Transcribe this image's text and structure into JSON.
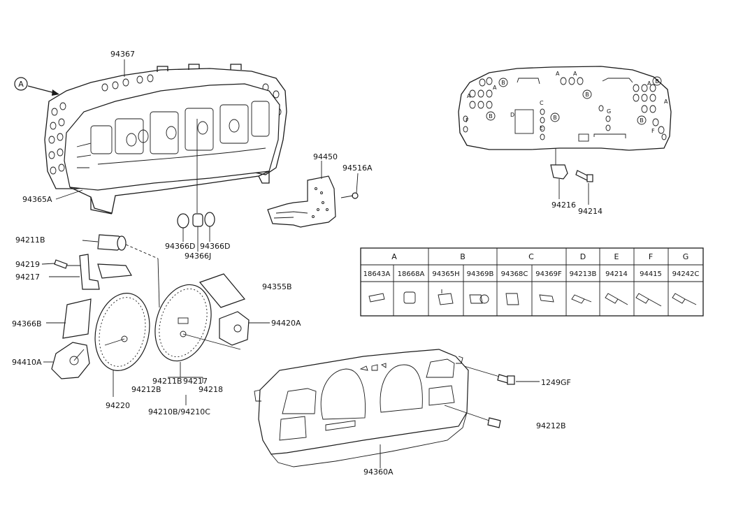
{
  "callout": {
    "ref": "A"
  },
  "labels": {
    "p94367": "94367",
    "p94365A": "94365A",
    "p94366D_a": "94366D",
    "p94366D_b": "94366D",
    "p94366J": "94366J",
    "p94450": "94450",
    "p94516A": "94516A",
    "p94216": "94216",
    "p94214": "94214",
    "p94211B": "94211B",
    "p94219": "94219",
    "p94217": "94217",
    "p94355B": "94355B",
    "p94366B": "94366B",
    "p94420A": "94420A",
    "p94410A": "94410A",
    "p94220": "94220",
    "grp_94211B": "94211B",
    "grp_94212B": "94212B",
    "grp_94217": "94217",
    "grp_94218": "94218",
    "grp_94210": "94210B/94210C",
    "p1249GF": "1249GF",
    "p94212B": "94212B",
    "p94360A": "94360A"
  },
  "board_letters": {
    "A": "A",
    "B": "B",
    "C": "C",
    "D": "D",
    "E": "E",
    "F": "F",
    "G": "G"
  },
  "table": {
    "headers": [
      "A",
      "B",
      "C",
      "D",
      "E",
      "F",
      "G"
    ],
    "parts": [
      "18643A",
      "18668A",
      "94365H",
      "94369B",
      "94368C",
      "94369F",
      "94213B",
      "94214",
      "94415",
      "94242C"
    ]
  }
}
